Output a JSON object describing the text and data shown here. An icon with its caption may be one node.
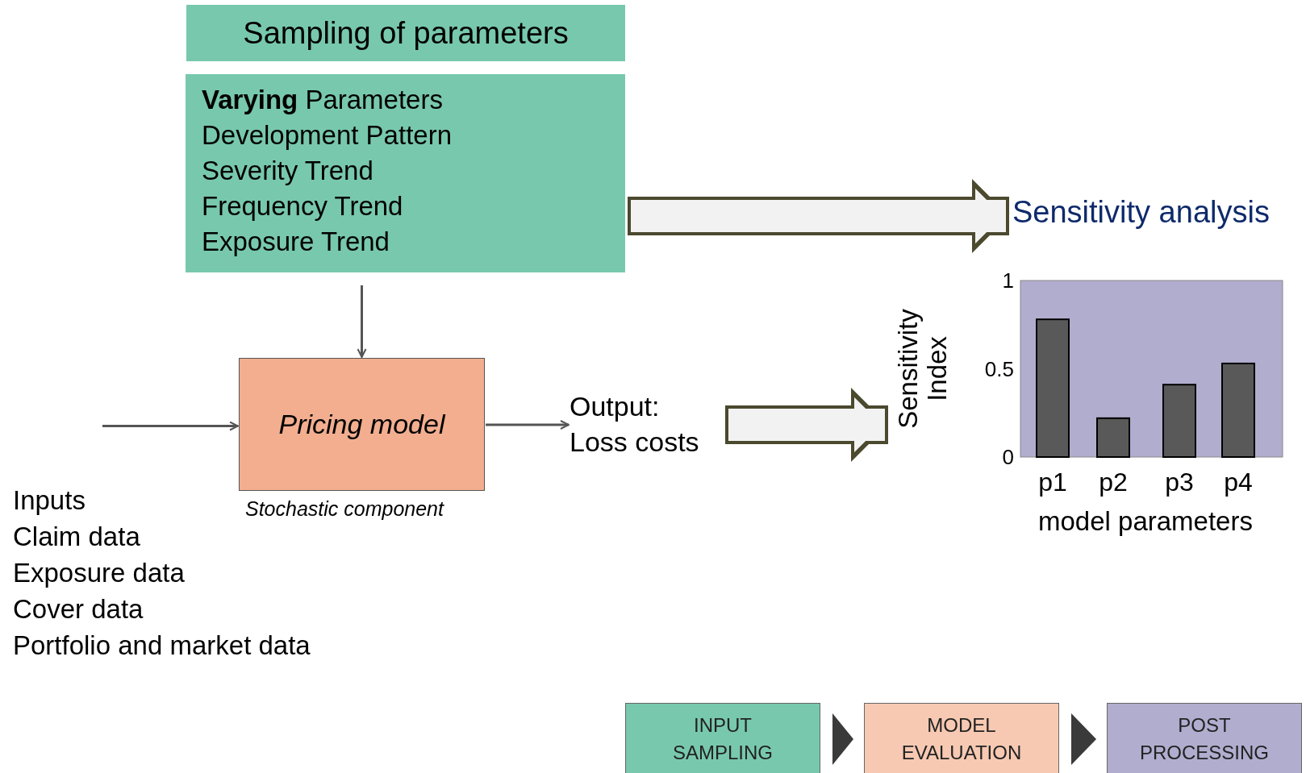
{
  "diagram": {
    "nodes": [
      {
        "text": [
          "Sampling of parameters"
        ]
      },
      {
        "text": [
          "**Varying** Parameters",
          "Development Pattern",
          "Severity Trend",
          "Frequency Trend",
          "Exposure Trend"
        ]
      },
      {
        "text": [
          "Pricing model"
        ],
        "beside": [
          "Stochastic component"
        ]
      },
      {
        "text": [
          "Output: Loss costs"
        ]
      },
      {
        "text": [
          "Sensitivity analysis"
        ]
      },
      {
        "text": [],
        "shape": "picture"
      },
      {
        "text": [
          "INPUT SAMPLING"
        ]
      },
      {
        "text": [
          "MODEL EVALUATION"
        ]
      },
      {
        "text": [
          "POST PROCESSING"
        ]
      }
    ],
    "edges": [
      {
        "from": null,
        "to": 2,
        "arrow": "to"
      },
      {
        "from": 1,
        "to": 2,
        "arrow": "to"
      },
      {
        "from": 2,
        "to": 3,
        "arrow": "to"
      },
      {
        "from": 1,
        "to": 4,
        "arrow": "to",
        "style": "thick",
        "color": "#4b4a2e"
      },
      {
        "from": 3,
        "to": 5,
        "arrow": "to",
        "style": "thick",
        "color": "#4b4a2e"
      },
      {
        "from": 6,
        "to": 7,
        "arrow": "to"
      },
      {
        "from": 7,
        "to": 8,
        "arrow": "to"
      }
    ],
    "labels": [
      "Inputs",
      "Claim data",
      "Exposure data",
      "Cover data",
      "Portfolio and market data"
    ],
    "chart_data": {
      "type": "bar",
      "xlabel": "model parameters",
      "ylabel": "Sensitivity Index",
      "categories": [
        "p1",
        "p2",
        "p3",
        "p4"
      ],
      "values": [
        0.78,
        0.22,
        0.41,
        0.53
      ],
      "ylim": [
        0,
        1
      ],
      "yticks": [
        0,
        0.5,
        1
      ]
    }
  }
}
